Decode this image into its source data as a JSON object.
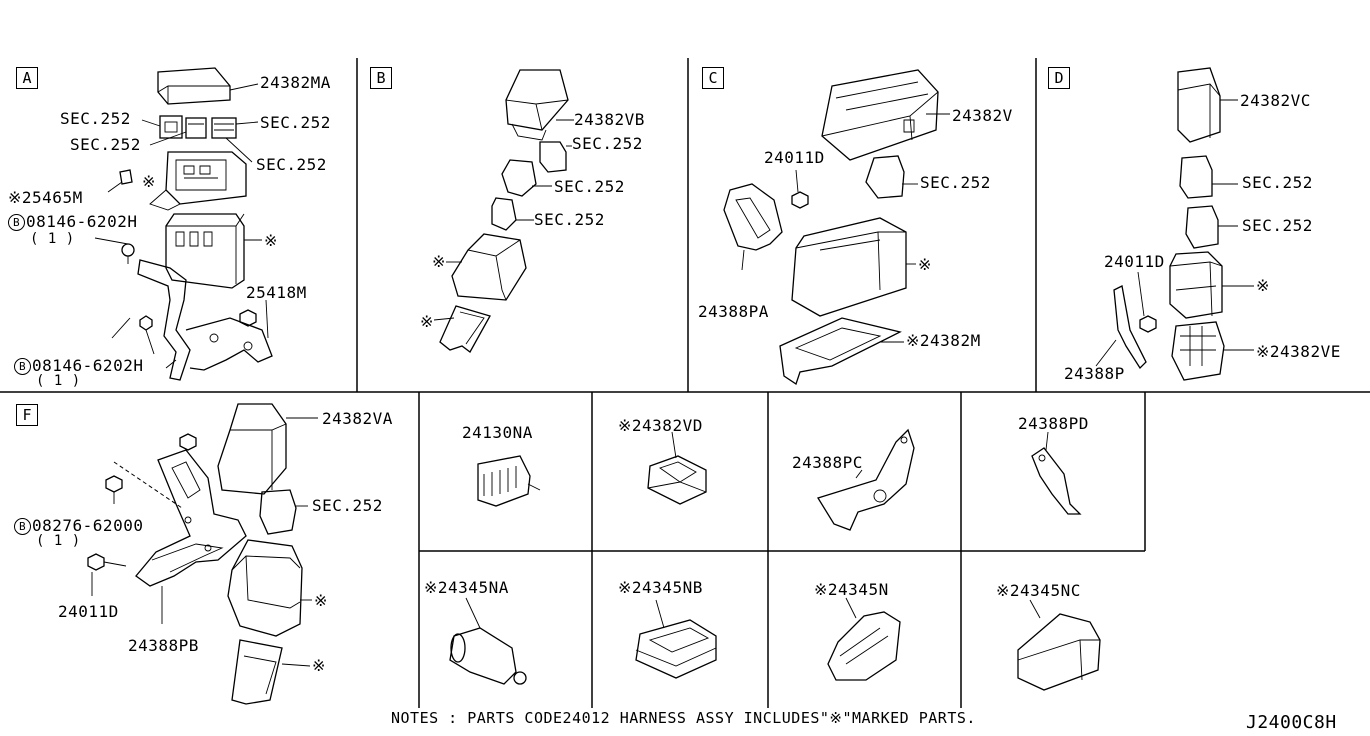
{
  "diagram_id": "J2400C8H",
  "notes": "NOTES : PARTS CODE24012 HARNESS ASSY INCLUDES\"※\"MARKED PARTS.",
  "section_labels": {
    "A": "A",
    "B": "B",
    "C": "C",
    "D": "D",
    "F": "F"
  },
  "mark": "※",
  "bolt_circle": "B",
  "parts": {
    "a_24382ma": "24382MA",
    "a_sec1": "SEC.252",
    "a_sec2": "SEC.252",
    "a_sec3": "SEC.252",
    "a_sec4": "SEC.252",
    "a_25465m": "※25465M",
    "a_08146_top": "08146-6202H",
    "a_qty_top": "( 1 )",
    "a_25418m": "25418M",
    "a_08146_bot": "08146-6202H",
    "a_qty_bot": "( 1 )",
    "b_24382vb": "24382VB",
    "b_sec1": "SEC.252",
    "b_sec2": "SEC.252",
    "b_sec3": "SEC.252",
    "c_24382v": "24382V",
    "c_24011d": "24011D",
    "c_sec": "SEC.252",
    "c_24388pa": "24388PA",
    "c_24382m": "※24382M",
    "d_24382vc": "24382VC",
    "d_sec1": "SEC.252",
    "d_sec2": "SEC.252",
    "d_24011d": "24011D",
    "d_24388p": "24388P",
    "d_24382ve": "※24382VE",
    "f_24382va": "24382VA",
    "f_sec": "SEC.252",
    "f_08276": "08276-62000",
    "f_qty": "( 1 )",
    "f_24011d": "24011D",
    "f_24388pb": "24388PB",
    "g_24130na": "24130NA",
    "g_24382vd": "※24382VD",
    "g_24388pc": "24388PC",
    "g_24388pd": "24388PD",
    "g_24345na": "※24345NA",
    "g_24345nb": "※24345NB",
    "g_24345n": "※24345N",
    "g_24345nc": "※24345NC"
  }
}
